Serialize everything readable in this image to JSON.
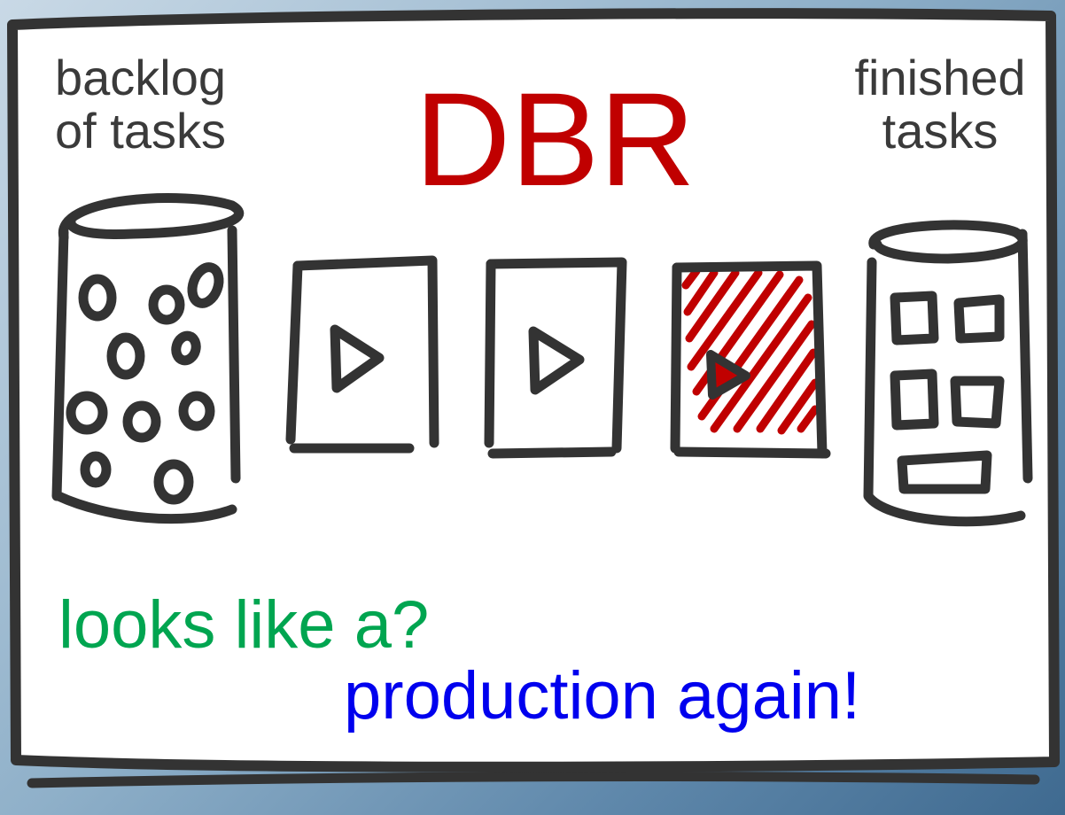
{
  "title": "DBR",
  "backlog_label": {
    "line1": "backlog",
    "line2": "of tasks"
  },
  "finished_label": {
    "line1": "finished",
    "line2": "tasks"
  },
  "question": "looks like a?",
  "answer": "production again!",
  "colors": {
    "stroke": "#333333",
    "title": "#c00000",
    "question": "#00a550",
    "answer": "#0000ee",
    "label_text": "#3a3a3a",
    "hatch": "#c00000",
    "board": "#ffffff"
  },
  "icons": [
    "backlog-cylinder-icon",
    "play-icon",
    "hatched-bottleneck-icon",
    "finished-cylinder-icon"
  ]
}
